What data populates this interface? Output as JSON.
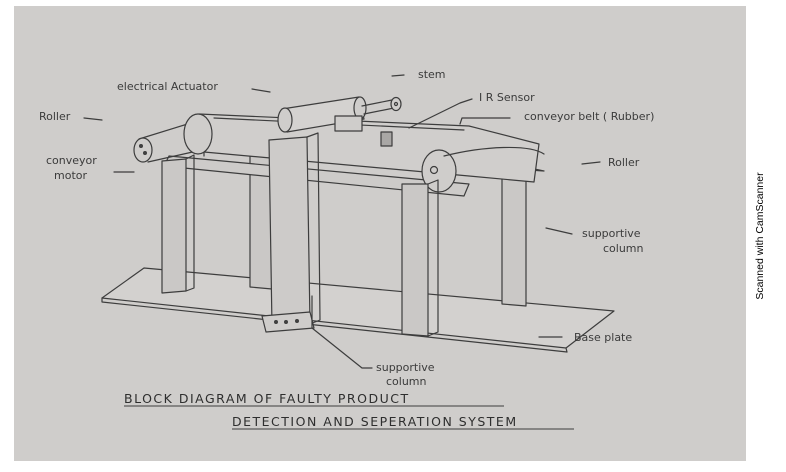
{
  "labels": {
    "electrical_actuator": "electrical Actuator",
    "stem": "stem",
    "ir_sensor": "I R   Sensor",
    "roller_left": "Roller",
    "conveyor_belt": "conveyor  belt  ( Rubber)",
    "conveyor_motor_1": "conveyor",
    "conveyor_motor_2": "motor",
    "roller_right": "Roller",
    "supportive_column_right_1": "supportive",
    "supportive_column_right_2": "column",
    "base_plate": "Base plate",
    "supportive_column_bottom_1": "supportive",
    "supportive_column_bottom_2": "column"
  },
  "title": {
    "line1": "BLOCK  DIAGRAM  OF   FAULTY  PRODUCT",
    "line2": "DETECTION   AND  SEPERATION  SYSTEM"
  },
  "watermark": "Scanned with CamScanner",
  "colors": {
    "paper": "#cfcdcb",
    "ink": "#3b3b3b",
    "background": "#ffffff"
  }
}
